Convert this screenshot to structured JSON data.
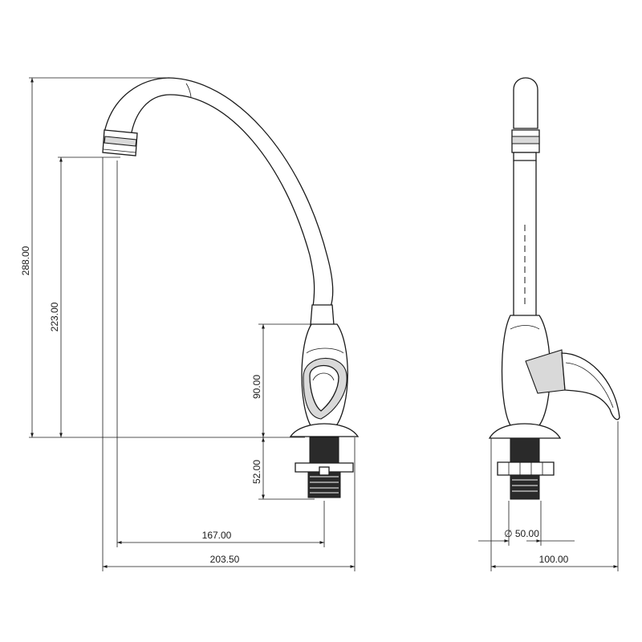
{
  "dimensions": {
    "total_height": "288.00",
    "spout_height": "223.00",
    "body_height": "90.00",
    "shank_length": "52.00",
    "spout_reach": "167.00",
    "overall_length": "203.50",
    "base_diameter": "∅ 50.00",
    "side_width": "100.00"
  },
  "colors": {
    "line": "#1a1a1a",
    "shade": "#d9d9d9",
    "dark": "#2a2a2a",
    "background": "#ffffff"
  }
}
